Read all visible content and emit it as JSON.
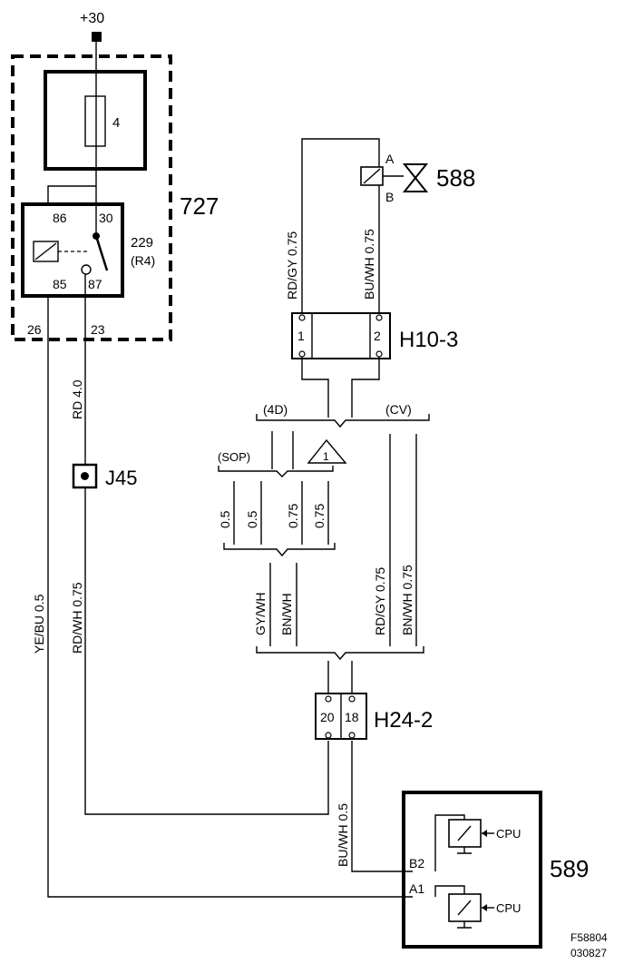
{
  "supply": "+30",
  "relay_box": {
    "id": "727",
    "fuse": "4",
    "relay_id": "229",
    "relay_sub": "(R4)",
    "pins": [
      "86",
      "30",
      "85",
      "87"
    ],
    "out_pins": [
      "26",
      "23"
    ]
  },
  "valve": {
    "id": "588",
    "pin_a": "A",
    "pin_b": "B"
  },
  "connector_h10": {
    "id": "H10-3",
    "pins": [
      "1",
      "2"
    ]
  },
  "connector_h24": {
    "id": "H24-2",
    "pins": [
      "20",
      "18"
    ]
  },
  "splice": {
    "id": "J45"
  },
  "ecu": {
    "id": "589",
    "pins": [
      "B2",
      "A1"
    ],
    "cpu_labels": [
      "CPU",
      "CPU"
    ]
  },
  "variants": {
    "left": "(4D)",
    "right": "(CV)",
    "sop": "(SOP)",
    "note_number": "1"
  },
  "wires": {
    "rd_gy_top": "RD/GY  0.75",
    "bu_wh_top": "BU/WH  0.75",
    "rd": "RD  4.0",
    "rd_wh": "RD/WH  0.75",
    "ye_bu": "YE/BU  0.5",
    "sizes": [
      "0.5",
      "0.5",
      "0.75",
      "0.75"
    ],
    "gy_wh": "GY/WH",
    "bn_wh": "BN/WH",
    "rd_gy_right": "RD/GY  0.75",
    "bn_wh_right": "BN/WH  0.75",
    "bu_wh_bottom": "BU/WH  0.5"
  },
  "figure_ref": {
    "code": "F58804",
    "date": "030827"
  }
}
